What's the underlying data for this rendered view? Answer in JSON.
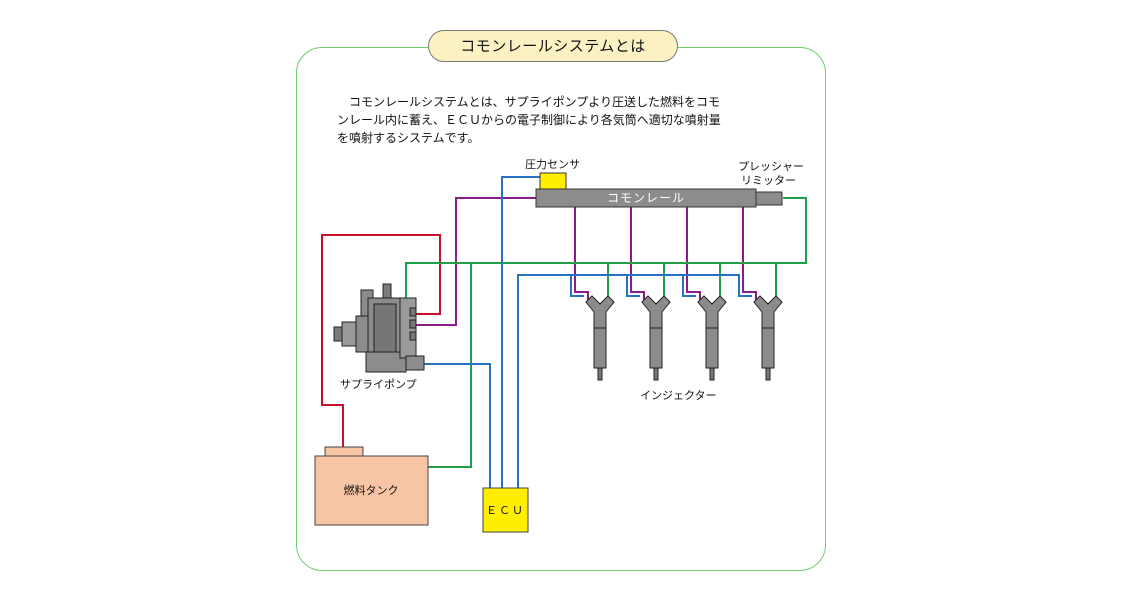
{
  "title": "コモンレールシステムとは",
  "description": {
    "line1": "コモンレールシステムとは、サプライポンプより圧送した燃料をコモ",
    "line2": "ンレール内に蓄え、ＥＣＵからの電子制御により各気筒へ適切な噴射量",
    "line3": "を噴射するシステムです。"
  },
  "labels": {
    "pressure_sensor": "圧力センサ",
    "common_rail": "コモンレール",
    "pressure_limiter_1": "プレッシャー",
    "pressure_limiter_2": "リミッター",
    "supply_pump": "サプライポンプ",
    "injector": "インジェクター",
    "fuel_tank": "燃料タンク",
    "ecu": "ＥＣＵ"
  },
  "colors": {
    "frame": "#6ccf6c",
    "title_fill": "#fbf1c3",
    "high_pressure": "#8b1a8b",
    "fuel_supply": "#c8102e",
    "return": "#21a04a",
    "signal": "#2672c0",
    "rail": "#8c8c8c",
    "sensor": "#ffee00",
    "tank": "#f7c4a4",
    "ecu": "#ffee00"
  }
}
